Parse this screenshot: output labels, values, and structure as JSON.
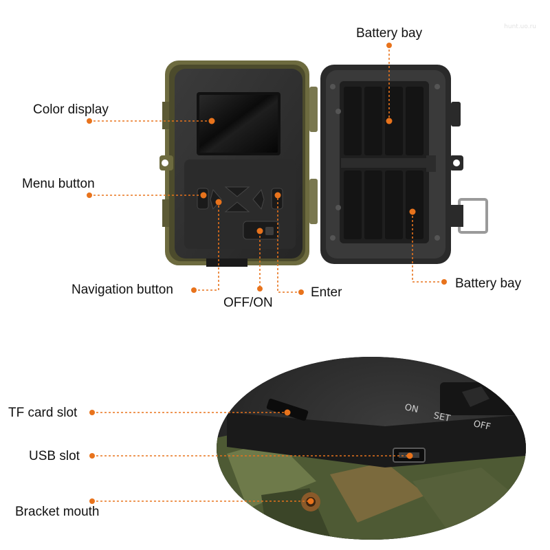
{
  "accent_color": "#e8731c",
  "watermark": "hunt.uo.ru",
  "labels": {
    "battery_bay_top": "Battery bay",
    "color_display": "Color display",
    "menu_button": "Menu button",
    "navigation_button": "Navigation button",
    "off_on": "OFF/ON",
    "enter": "Enter",
    "battery_bay_right": "Battery bay",
    "tf_card_slot": "TF card slot",
    "usb_slot": "USB slot",
    "bracket_mouth": "Bracket mouth"
  },
  "closeup_switch_labels": {
    "on": "ON",
    "set": "SET",
    "off": "OFF"
  }
}
